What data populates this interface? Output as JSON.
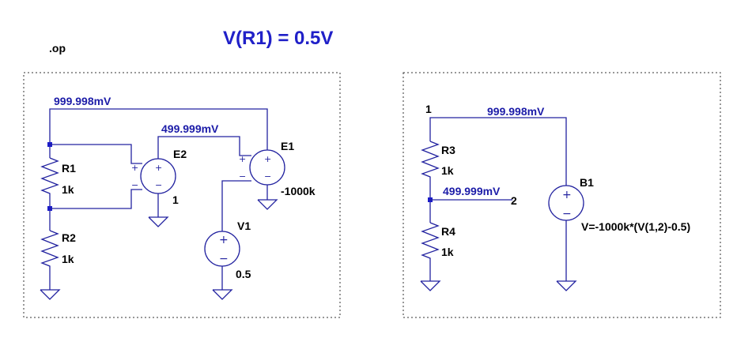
{
  "title": "V(R1) = 0.5V",
  "directive": ".op",
  "left_circuit": {
    "node_top_voltage": "999.998mV",
    "node_mid_voltage": "499.999mV",
    "R1": {
      "name": "R1",
      "value": "1k"
    },
    "R2": {
      "name": "R2",
      "value": "1k"
    },
    "E2": {
      "name": "E2",
      "value": "1"
    },
    "E1": {
      "name": "E1",
      "value": "-1000k"
    },
    "V1": {
      "name": "V1",
      "value": "0.5"
    }
  },
  "right_circuit": {
    "node1_label": "1",
    "node2_label": "2",
    "node1_voltage": "999.998mV",
    "node2_voltage": "499.999mV",
    "R3": {
      "name": "R3",
      "value": "1k"
    },
    "R4": {
      "name": "R4",
      "value": "1k"
    },
    "B1": {
      "name": "B1",
      "value": "V=-1000k*(V(1,2)-0.5)"
    }
  },
  "symbols": {
    "plus": "+",
    "minus": "−"
  }
}
